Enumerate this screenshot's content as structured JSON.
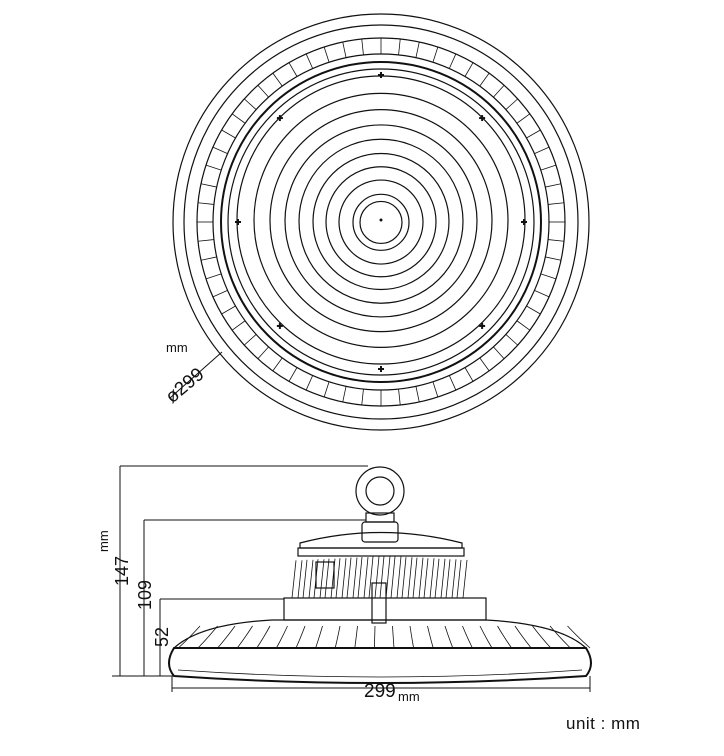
{
  "top_view": {
    "diameter_label": "ø299",
    "unit_label": "mm"
  },
  "side_view": {
    "height_unit_label": "mm",
    "dim_total_height": "147",
    "dim_body_height": "109",
    "dim_base_height": "52",
    "dim_width": "299",
    "width_unit_label": "mm"
  },
  "footer": {
    "unit_note": "unit : mm"
  }
}
